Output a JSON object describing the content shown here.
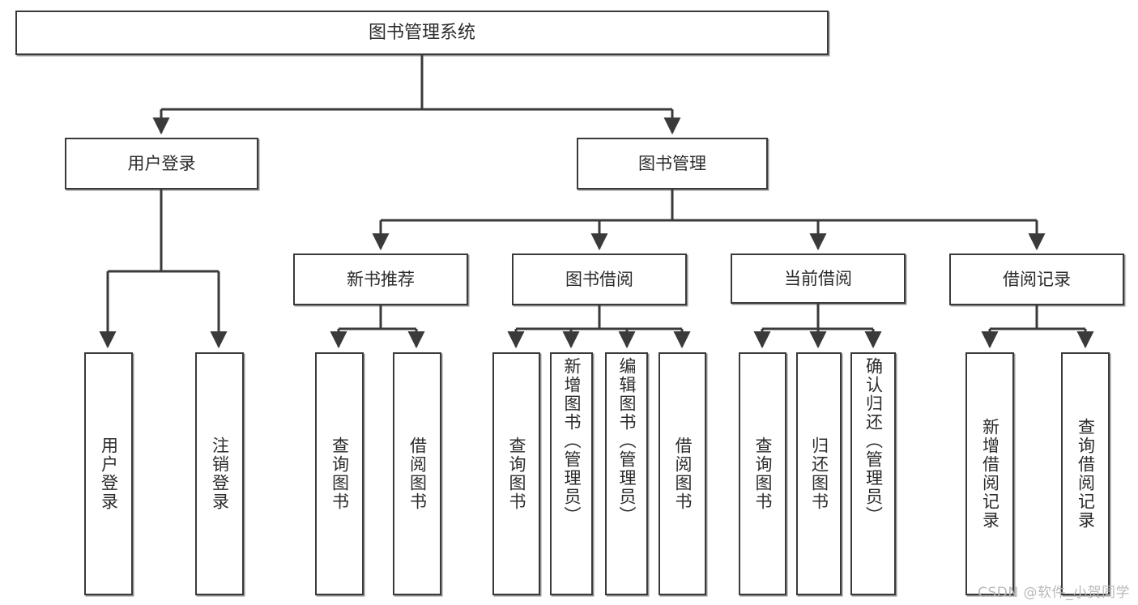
{
  "diagram": {
    "title": "图书管理系统",
    "type": "tree",
    "watermark": "CSDN @软件_小贺同学",
    "colors": {
      "border": "#3a3a3a",
      "background": "#ffffff",
      "text": "#2b2b2b",
      "edge": "#3a3a3a",
      "watermark": "#b9b9b9"
    },
    "root": {
      "label": "图书管理系统"
    },
    "level1": [
      {
        "label": "用户登录"
      },
      {
        "label": "图书管理"
      }
    ],
    "level2": [
      {
        "label": "新书推荐"
      },
      {
        "label": "图书借阅"
      },
      {
        "label": "当前借阅"
      },
      {
        "label": "借阅记录"
      }
    ],
    "leaves": {
      "user_login": [
        {
          "label": "用户登录"
        },
        {
          "label": "注销登录"
        }
      ],
      "new_book_recommend": [
        {
          "label": "查询图书"
        },
        {
          "label": "借阅图书"
        }
      ],
      "book_borrow": [
        {
          "label": "查询图书"
        },
        {
          "label": "新增图书（管理员）"
        },
        {
          "label": "编辑图书（管理员）"
        },
        {
          "label": "借阅图书"
        }
      ],
      "current_borrow": [
        {
          "label": "查询图书"
        },
        {
          "label": "归还图书"
        },
        {
          "label": "确认归还（管理员）"
        }
      ],
      "borrow_record": [
        {
          "label": "新增借阅记录"
        },
        {
          "label": "查询借阅记录"
        }
      ]
    }
  }
}
